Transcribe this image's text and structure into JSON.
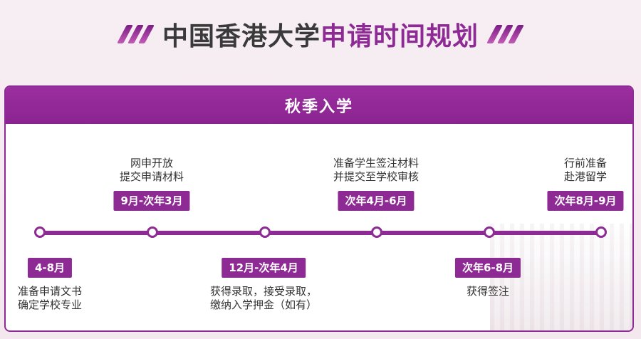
{
  "title": {
    "main": "中国香港大学",
    "accent": "申请时间规划"
  },
  "section": {
    "header": "秋季入学"
  },
  "timeline": {
    "top": [
      {
        "period": "9月-次年3月",
        "desc": [
          "网申开放",
          "提交申请材料"
        ]
      },
      {
        "period": "次年4月-6月",
        "desc": [
          "准备学生签注材料",
          "并提交至学校审核"
        ]
      },
      {
        "period": "次年8月-9月",
        "desc": [
          "行前准备",
          "赴港留学"
        ]
      }
    ],
    "bottom": [
      {
        "period": "4-8月",
        "desc": [
          "准备申请文书",
          "确定学校专业"
        ]
      },
      {
        "period": "12月-次年4月",
        "desc": [
          "获得录取，接受录取，",
          "缴纳入学押金（如有）"
        ]
      },
      {
        "period": "次年6-8月",
        "desc": [
          "获得签注"
        ]
      }
    ]
  },
  "colors": {
    "accent": "#8e2a94",
    "title_dark": "#3a3a3a",
    "background": "#f5ebf1"
  }
}
